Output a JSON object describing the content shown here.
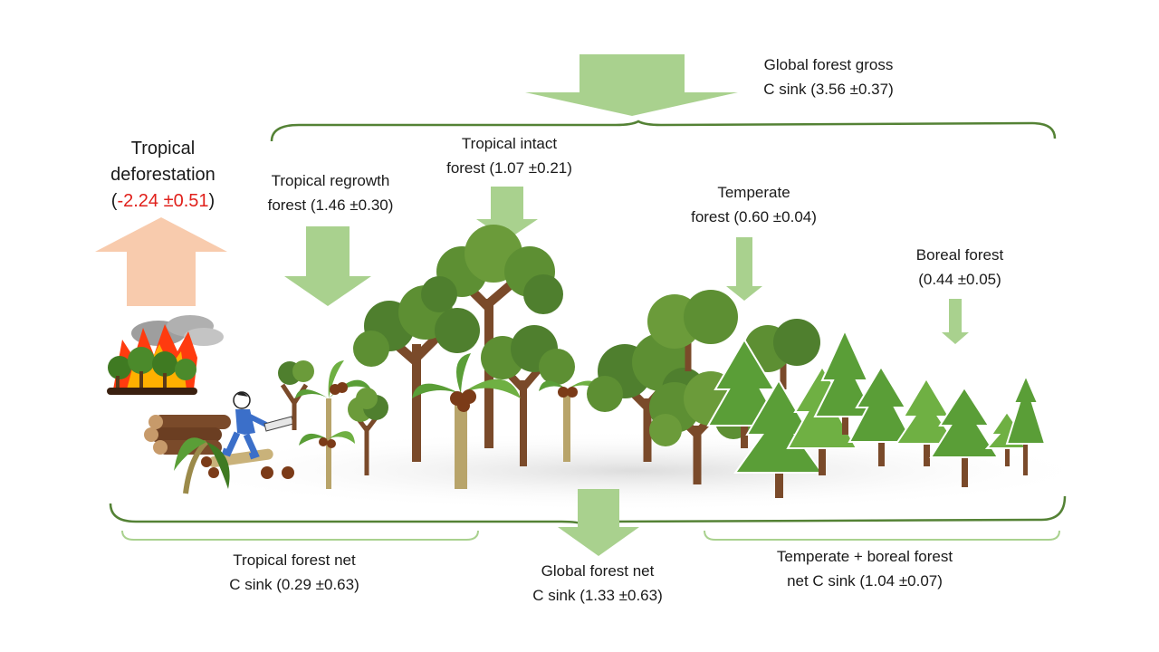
{
  "labels": {
    "gross_sink": {
      "line1": "Global forest gross",
      "line2": "C sink (3.56 ±0.37)"
    },
    "deforestation": {
      "line1": "Tropical",
      "line2": "deforestation",
      "paren_open": "(",
      "value": "-2.24 ±0.51",
      "paren_close": ")"
    },
    "regrowth": {
      "line1": "Tropical regrowth",
      "line2": "forest (1.46 ±0.30)"
    },
    "intact": {
      "line1": "Tropical intact",
      "line2": "forest (1.07 ±0.21)"
    },
    "temperate": {
      "line1": "Temperate",
      "line2": "forest (0.60 ±0.04)"
    },
    "boreal": {
      "line1": "Boreal forest",
      "line2": "(0.44 ±0.05)"
    },
    "tropical_net": {
      "line1": "Tropical forest net",
      "line2": "C sink (0.29 ±0.63)"
    },
    "global_net": {
      "line1": "Global forest net",
      "line2": "C sink (1.33 ±0.63)"
    },
    "temperate_boreal_net": {
      "line1": "Temperate + boreal forest",
      "line2": "net C sink (1.04 ±0.07)"
    }
  },
  "colors": {
    "sink_arrow": "#a9d18e",
    "source_arrow": "#f8cbad",
    "brace": "#548235",
    "brace_light": "#a9d18e",
    "negative_value": "#e0201b",
    "tree_dark": "#4f7f2e",
    "tree_mid": "#6b9b3a",
    "trunk": "#7a4a2a"
  }
}
